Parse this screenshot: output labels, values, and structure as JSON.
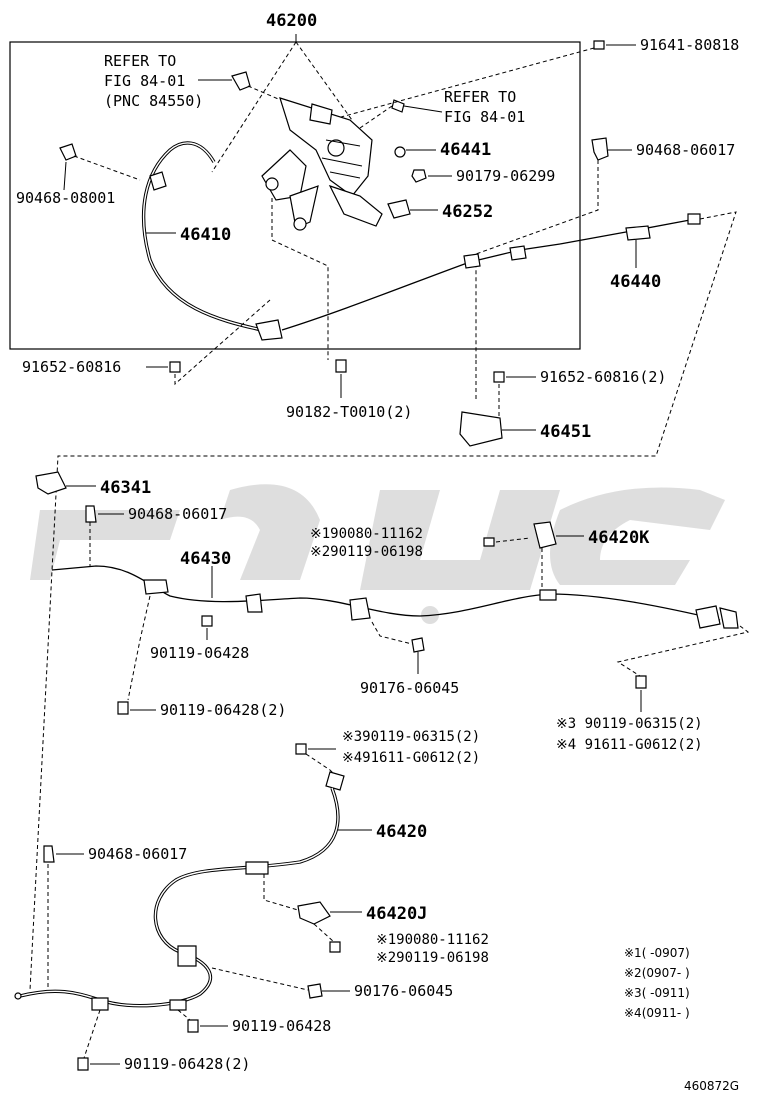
{
  "diagram": {
    "top_assembly": "46200",
    "refer_left": [
      "REFER TO",
      "FIG 84-01",
      "(PNC 84550)"
    ],
    "refer_right": [
      "REFER TO",
      "FIG 84-01"
    ],
    "figure_id": "460872G",
    "parts": {
      "p91641_80818": "91641-80818",
      "p90468_06017_a": "90468-06017",
      "p46441": "46441",
      "p90179_06299": "90179-06299",
      "p46252": "46252",
      "p90468_08001": "90468-08001",
      "p46410": "46410",
      "p46440": "46440",
      "p91652_60816": "91652-60816",
      "p90182_T0010": "90182-T0010(2)",
      "p91652_60816_2": "91652-60816(2)",
      "p46451": "46451",
      "p46341": "46341",
      "p90468_06017_b": "90468-06017",
      "p90080_11162_a": "※190080-11162",
      "p90119_06198_a": "※290119-06198",
      "p46420K": "46420K",
      "p46430": "46430",
      "p90119_06428_a": "90119-06428",
      "p90176_06045_a": "90176-06045",
      "p90119_06428_2a": "90119-06428(2)",
      "p90119_06315_a": "※3 90119-06315(2)",
      "p91611_G0612_a": "※4 91611-G0612(2)",
      "p90119_06315_b": "※390119-06315(2)",
      "p91611_G0612_b": "※491611-G0612(2)",
      "p46420": "46420",
      "p90468_06017_c": "90468-06017",
      "p46420J": "46420J",
      "p90080_11162_b": "※190080-11162",
      "p90119_06198_b": "※290119-06198",
      "p90176_06045_b": "90176-06045",
      "p90119_06428_b": "90119-06428",
      "p90119_06428_2b": "90119-06428(2)"
    },
    "legend": [
      "※1(   -0907)",
      "※2(0907-   )",
      "※3(   -0911)",
      "※4(0911-   )"
    ]
  }
}
